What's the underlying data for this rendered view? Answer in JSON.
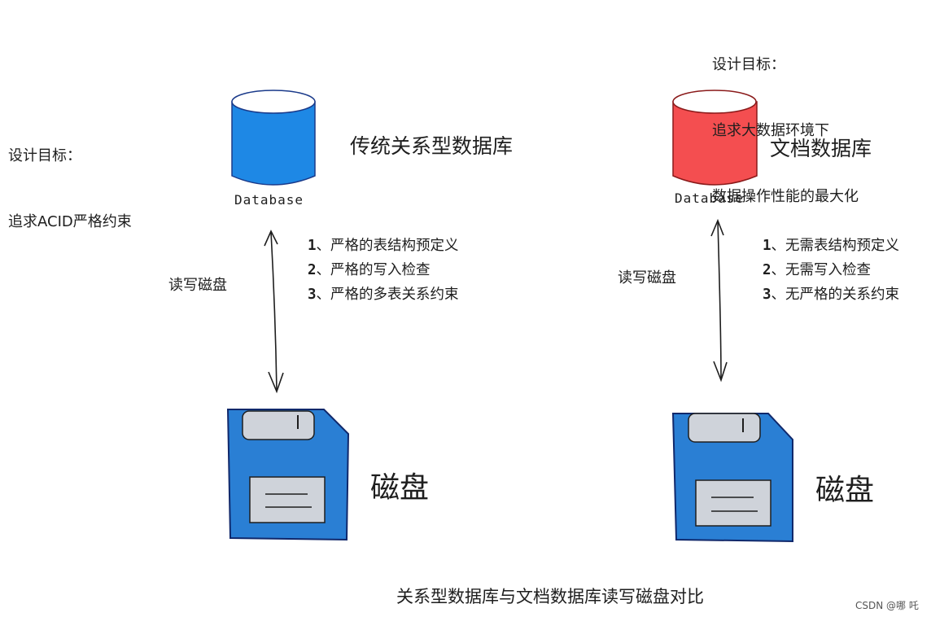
{
  "left": {
    "goal_lines": [
      "设计目标：",
      "追求ACID严格约束"
    ],
    "db_title": "传统关系型数据库",
    "db_label": "Database",
    "db_color": "#1e88e5",
    "rw_label": "读写磁盘",
    "features": [
      {
        "num": "1",
        "text": "、严格的表结构预定义"
      },
      {
        "num": "2",
        "text": "、严格的写入检查"
      },
      {
        "num": "3",
        "text": "、严格的多表关系约束"
      }
    ],
    "disk_label": "磁盘"
  },
  "right": {
    "goal_lines": [
      "设计目标：",
      "追求大数据环境下",
      "数据操作性能的最大化"
    ],
    "db_title": "文档数据库",
    "db_label": "Database",
    "db_color": "#f44e50",
    "rw_label": "读写磁盘",
    "features": [
      {
        "num": "1",
        "text": "、无需表结构预定义"
      },
      {
        "num": "2",
        "text": "、无需写入检查"
      },
      {
        "num": "3",
        "text": "、无严格的关系约束"
      }
    ],
    "disk_label": "磁盘"
  },
  "caption": "关系型数据库与文档数据库读写磁盘对比",
  "watermark": "CSDN @哪 吒",
  "disk_color": "#2a7fd4",
  "disk_slot_color": "#cfd3da"
}
